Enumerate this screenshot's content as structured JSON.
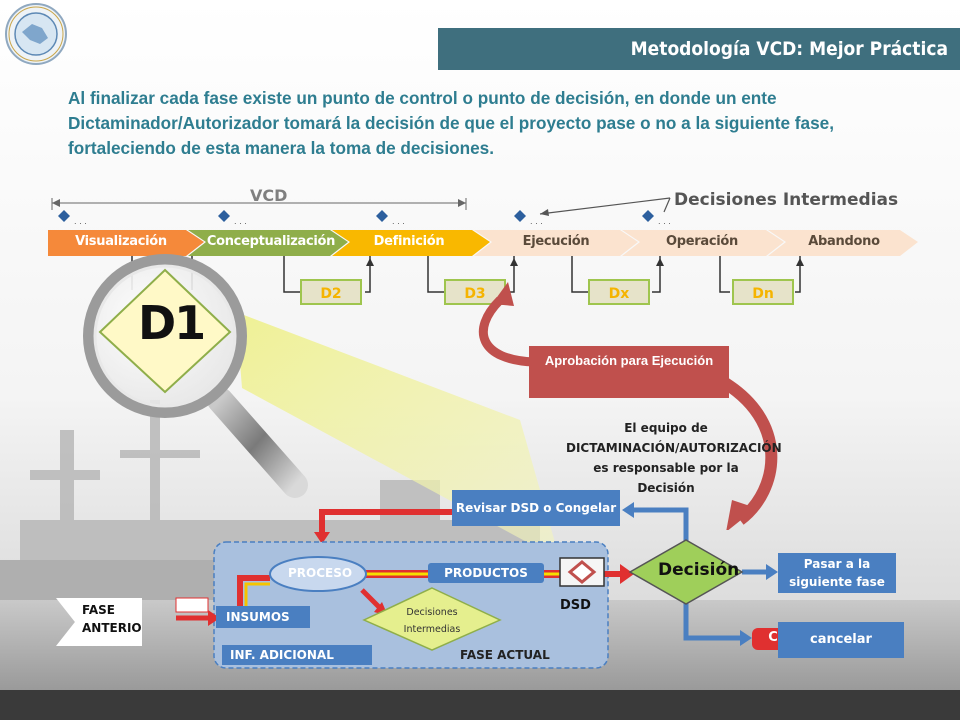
{
  "header": {
    "title": "Metodología VCD: Mejor Práctica"
  },
  "intro": {
    "text": "Al finalizar cada fase existe un punto de control o punto de decisión, en donde un ente Dictaminador/Autorizador tomará la decisión de que el proyecto pase o no a la siguiente fase, fortaleciendo de esta manera la toma de decisiones."
  },
  "timeline": {
    "vcd_label": "VCD",
    "intermediate_label": "Decisiones Intermedias",
    "phases": [
      {
        "label": "Visualización",
        "fill": "#f5893a",
        "text_color": "#ffffff"
      },
      {
        "label": "Conceptualización",
        "fill": "#8fae4a",
        "text_color": "#ffffff"
      },
      {
        "label": "Definición",
        "fill": "#f9b800",
        "text_color": "#ffffff"
      },
      {
        "label": "Ejecución",
        "fill": "#fbe3cf",
        "text_color": "#5a4a3a"
      },
      {
        "label": "Operación",
        "fill": "#fbe3cf",
        "text_color": "#5a4a3a"
      },
      {
        "label": "Abandono",
        "fill": "#fbe3cf",
        "text_color": "#5a4a3a"
      }
    ],
    "decision_boxes": [
      "D2",
      "D3",
      "Dx",
      "Dn"
    ],
    "d1_label": "D1"
  },
  "approval": {
    "label": "Aprobación para Ejecución",
    "team_text_1": "El equipo de",
    "team_text_2": "DICTAMINACIÓN/AUTORIZACIÓN",
    "team_text_3": "es responsable por la Decisión"
  },
  "flow": {
    "review": "Revisar DSD o Congelar",
    "decision": "Decisión",
    "next_phase": "Pasar a la siguiente fase",
    "cancel": "cancelar",
    "cancel_badge": "C",
    "proceso": "PROCESO",
    "productos": "PRODUCTOS",
    "insumos": "INSUMOS",
    "inf_adicional": "INF. ADICIONAL",
    "decisiones_intermedias": "Decisiones Intermedias",
    "dsd": "DSD",
    "fase_actual": "FASE ACTUAL",
    "fase_anterior": "FASE ANTERIOR"
  },
  "colors": {
    "header": "#3f6f7e",
    "intro_text": "#2e7d90",
    "approval_fill": "#c0504d",
    "flow_blue": "#4a7fc1",
    "panel": "#a9c0de"
  }
}
